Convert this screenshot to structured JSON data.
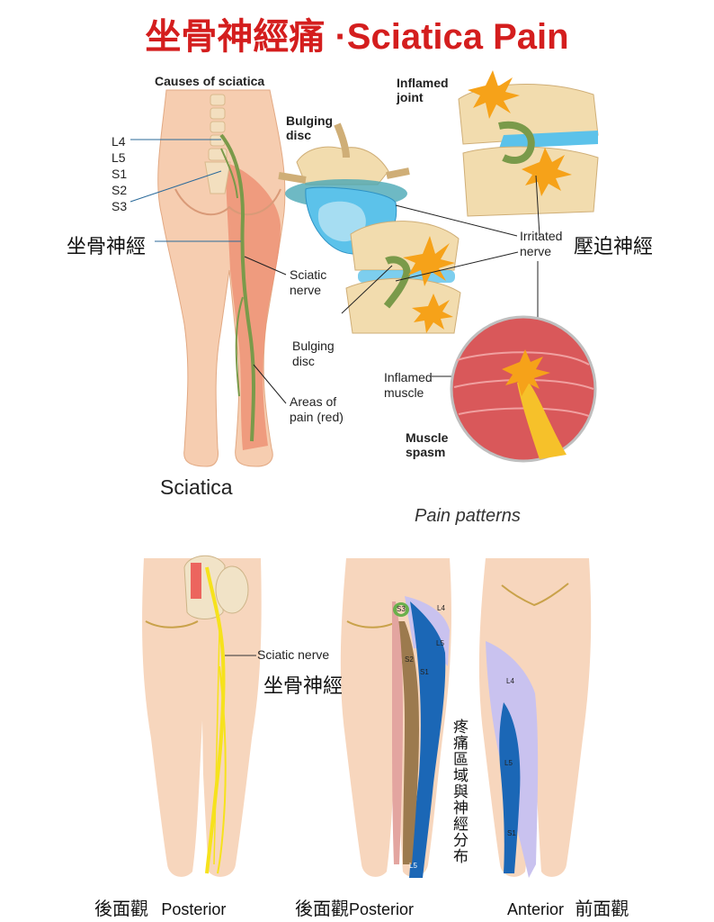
{
  "title": "坐骨神經痛 ·Sciatica Pain",
  "top_section": {
    "causes_heading": "Causes of sciatica",
    "levels": [
      "L4",
      "L5",
      "S1",
      "S2",
      "S3"
    ],
    "sciatic_nerve_cn": "坐骨神經",
    "sciatic_nerve_label": "Sciatic\nnerve",
    "bulging_disc_label_top": "Bulging\ndisc",
    "bulging_disc_label_mid": "Bulging\ndisc",
    "areas_of_pain_label": "Areas of\npain (red)",
    "inflamed_joint_label": "Inflamed\njoint",
    "irritated_nerve_label": "Irritated\nnerve",
    "compressed_nerve_cn": "壓迫神經",
    "inflamed_muscle_label": "Inflamed\nmuscle",
    "muscle_spasm_label": "Muscle\nspasm",
    "sciatica_caption": "Sciatica",
    "pain_patterns_caption": "Pain patterns"
  },
  "bottom_section": {
    "sciatic_nerve_label": "Sciatic nerve",
    "sciatic_nerve_cn": "坐骨神經",
    "dermatome_cn": "疼痛區域與神經分布",
    "posterior_levels": [
      "S3",
      "L4",
      "L5",
      "S2",
      "S1",
      "L5"
    ],
    "anterior_levels": [
      "L4",
      "L5",
      "S1"
    ],
    "captions": {
      "posterior_left_cn": "後面觀",
      "posterior_left_en": "Posterior",
      "posterior_mid_cn": "後面觀",
      "posterior_mid_en": "Posterior",
      "anterior_en": "Anterior",
      "anterior_cn": "前面觀"
    }
  },
  "colors": {
    "title": "#d41e1e",
    "skin": "#f6cdb0",
    "skin_shade": "#eeb895",
    "pain_red": "#e8705a",
    "nerve_yellow": "#f6e21c",
    "dermatome_blue": "#1b67b6",
    "dermatome_lavender": "#c9c2ef",
    "dermatome_brown": "#9c7a4e",
    "dermatome_pink": "#e3a5a0",
    "bone": "#f2dcae",
    "disc_blue": "#5cc2ea"
  }
}
